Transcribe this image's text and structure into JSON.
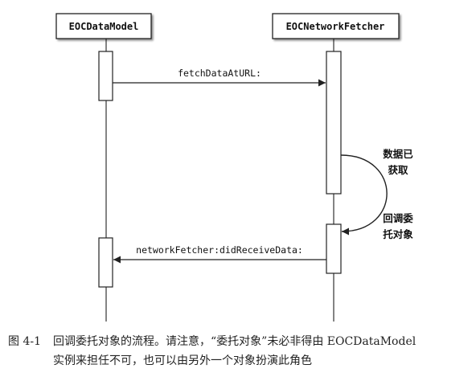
{
  "participants": {
    "left": "EOCDataModel",
    "right": "EOCNetworkFetcher"
  },
  "messages": {
    "fetch": "fetchDataAtURL:",
    "did_receive": "networkFetcher:didReceiveData:"
  },
  "notes": {
    "data_fetched_line1": "数据已",
    "data_fetched_line2": "获取",
    "callback_line1": "回调委",
    "callback_line2": "托对象"
  },
  "caption": {
    "figure_number": "图 4-1",
    "line1": "回调委托对象的流程。请注意，“委托对象”未必非得由 EOCDataModel",
    "line2": "实例来担任不可，也可以由另外一个对象扮演此角色"
  }
}
